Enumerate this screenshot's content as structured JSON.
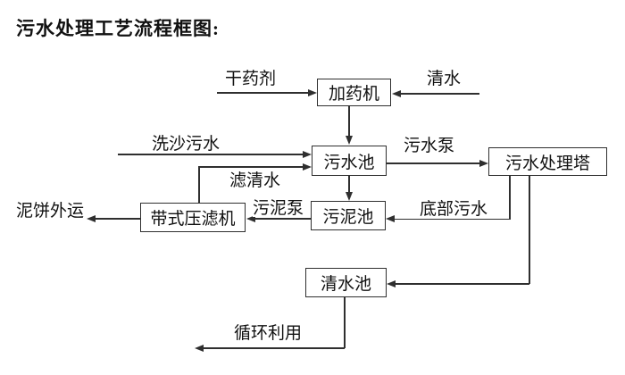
{
  "title": "污水处理工艺流程框图:",
  "colors": {
    "line": "#2f2f2f",
    "text": "#111111",
    "background": "#ffffff"
  },
  "nodes": {
    "dosing_machine": "加药机",
    "sewage_pool": "污水池",
    "treatment_tower": "污水处理塔",
    "sludge_pool": "污泥池",
    "belt_filter_press": "带式压滤机",
    "clean_water_pool": "清水池"
  },
  "labels": {
    "dry_chemical": "干药剂",
    "clean_water": "清水",
    "sand_washing_sewage": "洗沙污水",
    "filtered_water": "滤清水",
    "sewage_pump": "污水泵",
    "bottom_sewage": "底部污水",
    "sludge_pump": "污泥泵",
    "mud_cake_out": "泥饼外运",
    "recycle_use": "循环利用"
  }
}
